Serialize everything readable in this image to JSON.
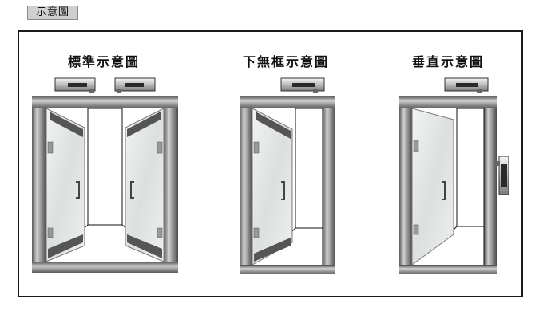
{
  "header": {
    "tag_label": "示意圖"
  },
  "panels": [
    {
      "title": "標準示意圖"
    },
    {
      "title": "下無框示意圖"
    },
    {
      "title": "垂直示意圖"
    }
  ],
  "colors": {
    "frame_dark": "#5c5c5c",
    "frame_light": "#c4c4c4",
    "glass": "#e6e8e8",
    "hinge_dark": "#222222",
    "line": "#111111"
  }
}
